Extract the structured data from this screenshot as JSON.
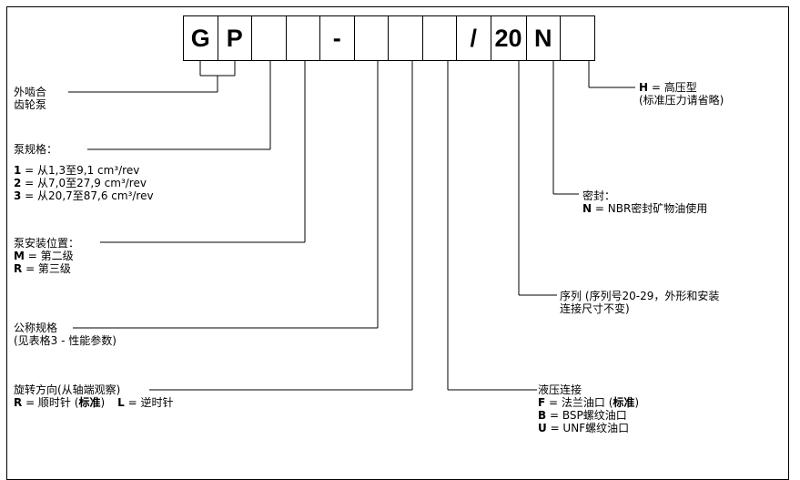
{
  "code": {
    "boxes": [
      "G",
      "P",
      "",
      "",
      "-",
      "",
      "",
      "",
      "/",
      "20",
      "N",
      ""
    ]
  },
  "legend": {
    "gear": {
      "line1": "外啮合",
      "line2": "齿轮泵"
    },
    "size": {
      "title": "泵规格：",
      "items": [
        {
          "key": "1",
          "text": " = 从1,3至9,1 cm³/rev"
        },
        {
          "key": "2",
          "text": " = 从7,0至27,9 cm³/rev"
        },
        {
          "key": "3",
          "text": " = 从20,7至87,6 cm³/rev"
        }
      ]
    },
    "mount": {
      "title": "泵安装位置：",
      "items": [
        {
          "key": "M",
          "text": " = 第二级"
        },
        {
          "key": "R",
          "text": " = 第三级"
        }
      ]
    },
    "nominal": {
      "line1": "公称规格",
      "line2": "(见表格3 - 性能参数)"
    },
    "rotation": {
      "title": "旋转方向(从轴端观察)",
      "r_key": "R",
      "r_text": " = 顺时针 (",
      "r_std": "标准",
      "r_close": ")",
      "l_key": "L",
      "l_text": " = 逆时针"
    },
    "port": {
      "title": "液压连接",
      "f_key": "F",
      "f_text": " = 法兰油口  (",
      "f_std": "标准",
      "f_close": ")",
      "b_key": "B",
      "b_text": " = BSP螺纹油口",
      "u_key": "U",
      "u_text": " = UNF螺纹油口"
    },
    "series": {
      "line1": "序列 (序列号20-29，外形和安装",
      "line2": "连接尺寸不变)"
    },
    "seal": {
      "title": "密封：",
      "n_key": "N",
      "n_text": " = NBR密封矿物油使用"
    },
    "pressure": {
      "h_key": "H",
      "h_text": " = 高压型",
      "line2": "(标准压力请省略)"
    }
  }
}
